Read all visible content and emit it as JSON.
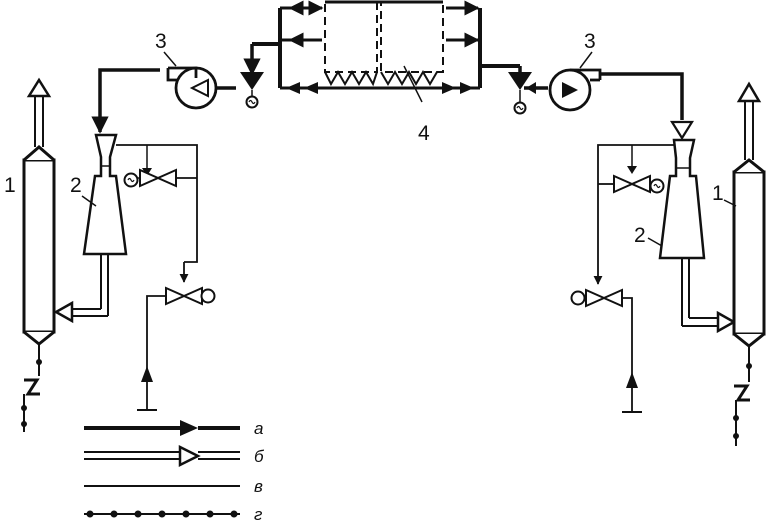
{
  "diagram": {
    "labels": {
      "column_left": "1",
      "column_right": "1",
      "ejector_left": "2",
      "ejector_right": "2",
      "fan_left": "3",
      "fan_right": "3",
      "unit_center": "4"
    },
    "legend": [
      {
        "key": "a",
        "text": "а"
      },
      {
        "key": "b",
        "text": "б"
      },
      {
        "key": "c",
        "text": "в"
      },
      {
        "key": "d",
        "text": "г"
      }
    ]
  }
}
